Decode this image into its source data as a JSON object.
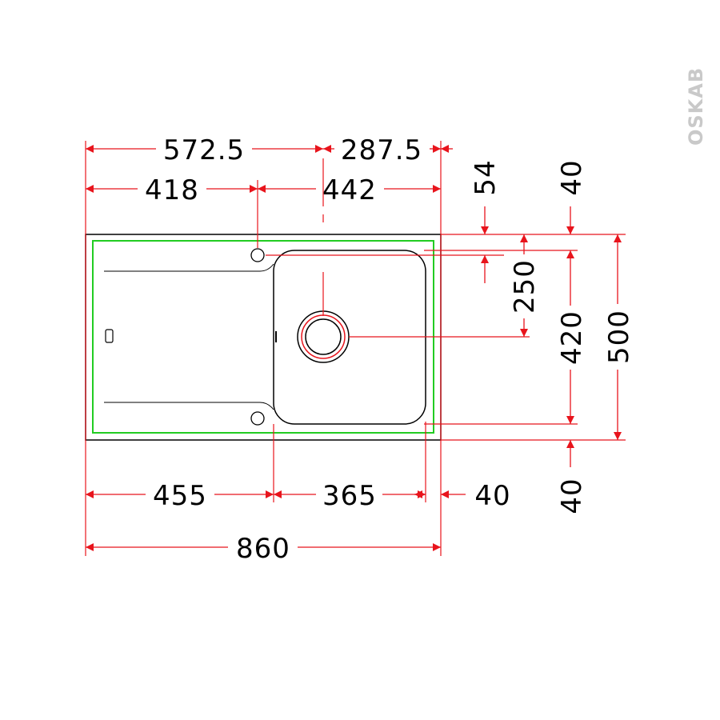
{
  "brand": {
    "text": "OSKAB"
  },
  "colors": {
    "dimension": "#e8141c",
    "outline": "#000000",
    "inner_outline": "#22cc22",
    "text": "#000000",
    "brand": "#c9c9c9"
  },
  "dimensions": {
    "top_row_1": {
      "left": "572.5",
      "right": "287.5"
    },
    "top_row_2": {
      "left": "418",
      "right": "442"
    },
    "right_side": {
      "tap_offset": "54",
      "top_margin": "40",
      "drain_center": "250",
      "bowl_depth": "420",
      "total_depth": "500",
      "bottom_margin": "40"
    },
    "bottom_row_1": {
      "drainer": "455",
      "bowl": "365",
      "edge": "40"
    },
    "bottom_row_2": {
      "total": "860"
    }
  }
}
